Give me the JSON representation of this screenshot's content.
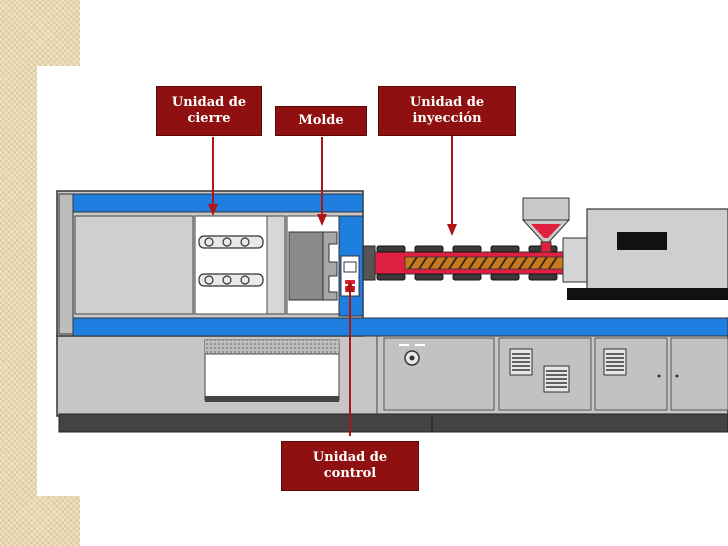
{
  "labels": {
    "clamping_unit": {
      "line1": "Unidad de",
      "line2": "cierre"
    },
    "mold": {
      "text": "Molde"
    },
    "injection_unit": {
      "line1": "Unidad de",
      "line2": "inyección"
    },
    "control_unit": {
      "line1": "Unidad de",
      "line2": "control"
    }
  },
  "colors": {
    "label_bg": "#8e1010",
    "machine_blue": "#1e7fe0",
    "machine_gray": "#c9c9c9",
    "machine_dark": "#4a4a4a",
    "barrel_red": "#e02040",
    "screw_orange": "#c8781e",
    "background_texture": "#efe2c2"
  },
  "icons": [
    "screw-icon",
    "hopper-icon",
    "vent-grill-icon",
    "gauge-icon"
  ]
}
